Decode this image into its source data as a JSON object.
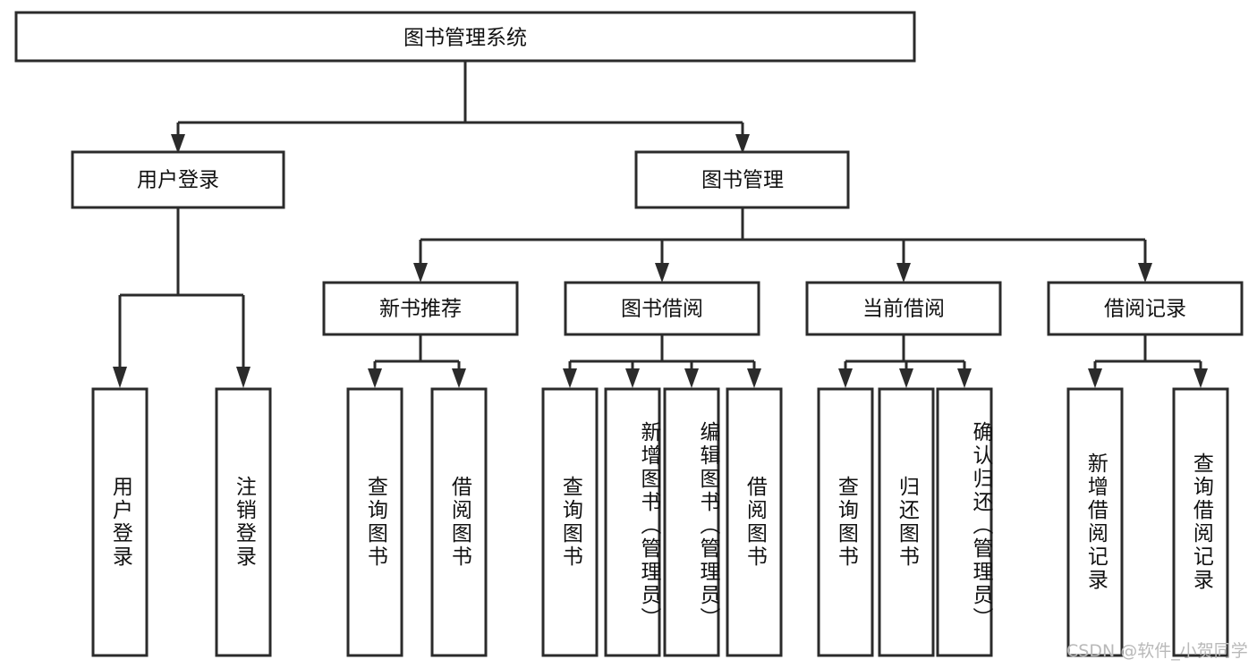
{
  "diagram": {
    "type": "tree-hierarchy-flowchart",
    "title": "图书管理系统",
    "orientation": "top-down",
    "colors": {
      "box_stroke": "#2b2b2b",
      "box_fill": "#ffffff",
      "connector": "#2b2b2b",
      "text": "#111111",
      "background": "#ffffff",
      "watermark": "#b9b9b9"
    },
    "levels": {
      "root": {
        "label": "图书管理系统"
      },
      "level2": [
        {
          "id": "user-login",
          "label": "用户登录"
        },
        {
          "id": "book-management",
          "label": "图书管理"
        }
      ],
      "level3": [
        {
          "id": "new-book-recommend",
          "label": "新书推荐",
          "parent": "book-management"
        },
        {
          "id": "book-borrow",
          "label": "图书借阅",
          "parent": "book-management"
        },
        {
          "id": "current-borrow",
          "label": "当前借阅",
          "parent": "book-management"
        },
        {
          "id": "borrow-record",
          "label": "借阅记录",
          "parent": "book-management"
        }
      ],
      "leaves": {
        "user-login": [
          {
            "id": "leaf-user-login",
            "label": "用户登录"
          },
          {
            "id": "leaf-logout",
            "label": "注销登录"
          }
        ],
        "new-book-recommend": [
          {
            "id": "leaf-query-book-1",
            "label": "查询图书"
          },
          {
            "id": "leaf-borrow-book-1",
            "label": "借阅图书"
          }
        ],
        "book-borrow": [
          {
            "id": "leaf-query-book-2",
            "label": "查询图书"
          },
          {
            "id": "leaf-add-book",
            "label": "新增图书（管理员）"
          },
          {
            "id": "leaf-edit-book",
            "label": "编辑图书（管理员）"
          },
          {
            "id": "leaf-borrow-book-2",
            "label": "借阅图书"
          }
        ],
        "current-borrow": [
          {
            "id": "leaf-query-book-3",
            "label": "查询图书"
          },
          {
            "id": "leaf-return-book",
            "label": "归还图书"
          },
          {
            "id": "leaf-confirm-return",
            "label": "确认归还（管理员）"
          }
        ],
        "borrow-record": [
          {
            "id": "leaf-add-record",
            "label": "新增借阅记录"
          },
          {
            "id": "leaf-query-record",
            "label": "查询借阅记录"
          }
        ]
      }
    },
    "watermark": "CSDN @软件_小贺同学"
  }
}
